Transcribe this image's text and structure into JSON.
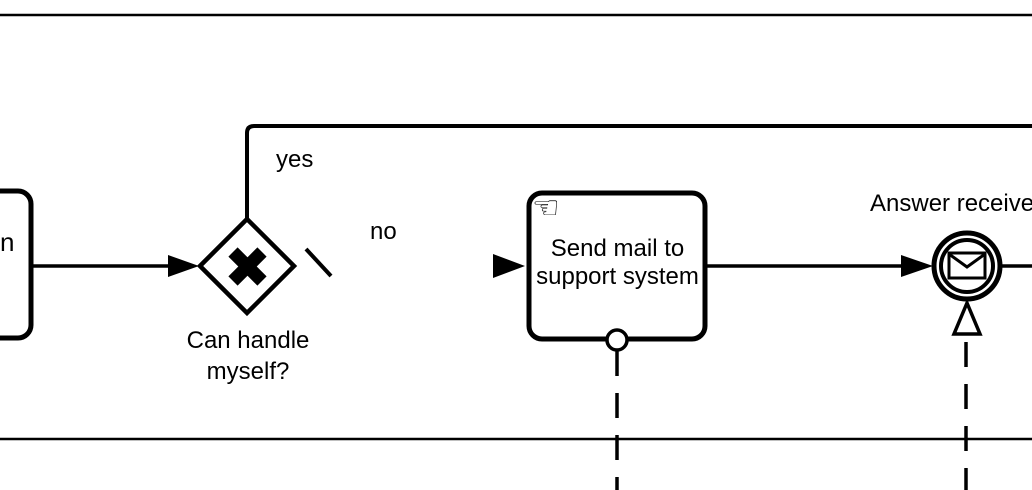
{
  "colors": {
    "ink": "#000000",
    "paper": "#ffffff"
  },
  "nodes": {
    "left_task": {
      "visible_text": "n"
    },
    "gateway": {
      "type": "exclusive-gateway",
      "label": "Can handle\nmyself?"
    },
    "manual_task": {
      "type": "manual-task",
      "label": "Send mail to\nsupport system",
      "icon_glyph": "☜"
    },
    "message_event": {
      "type": "intermediate-message-catch-event",
      "label": "Answer received"
    }
  },
  "edges": {
    "yes_label": "yes",
    "no_label": "no"
  }
}
